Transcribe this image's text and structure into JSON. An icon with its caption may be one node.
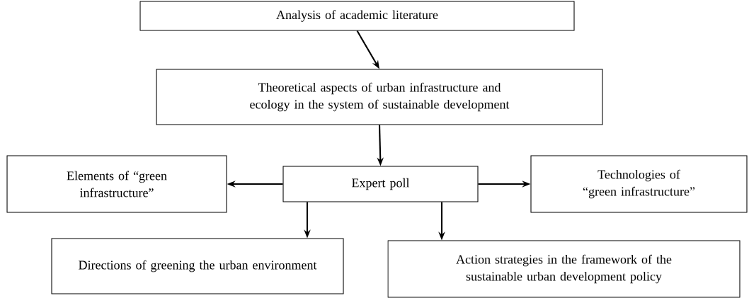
{
  "diagram": {
    "nodes": [
      {
        "text": [
          "Analysis of academic literature"
        ]
      },
      {
        "text": [
          "Theoretical aspects of urban infrastructure and ecology in the system of sustainable development"
        ]
      },
      {
        "text": [
          "Expert poll"
        ]
      },
      {
        "text": [
          "Elements of “green infrastructure”"
        ]
      },
      {
        "text": [
          "Technologies of “green infrastructure”"
        ]
      },
      {
        "text": [
          "Directions of greening the urban environment"
        ]
      },
      {
        "text": [
          "Action strategies in the framework of the sustainable urban development policy"
        ]
      }
    ],
    "edges": [
      {
        "from": 0,
        "to": 1,
        "arrow": "to"
      },
      {
        "from": 1,
        "to": 2,
        "arrow": "to"
      },
      {
        "from": 2,
        "to": 3,
        "arrow": "to"
      },
      {
        "from": 2,
        "to": 4,
        "arrow": "to"
      },
      {
        "from": 2,
        "to": 5,
        "arrow": "to"
      },
      {
        "from": 2,
        "to": 6,
        "arrow": "to"
      }
    ]
  }
}
